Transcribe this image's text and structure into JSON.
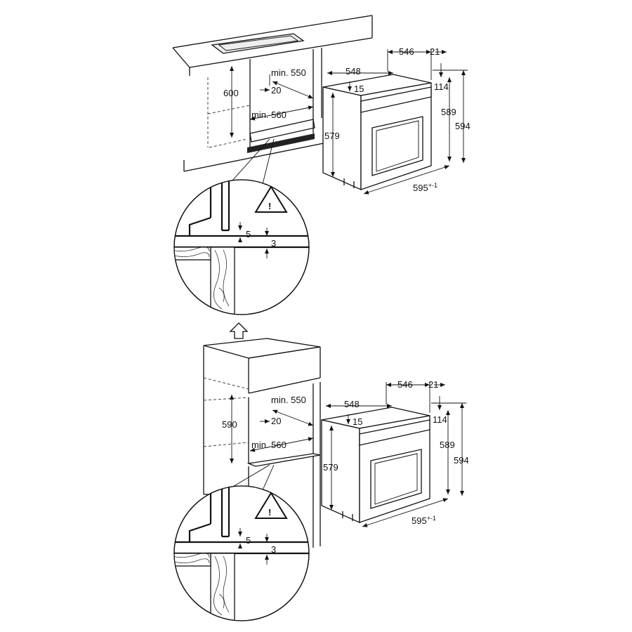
{
  "colors": {
    "line": "#111111",
    "background": "#ffffff",
    "dark_strip": "#222222"
  },
  "top_installation": {
    "niche": {
      "height": "600",
      "min_depth": "min. 550",
      "gap": "20",
      "min_width": "min. 560"
    },
    "oven": {
      "depth_body": "546",
      "panel_thickness": "21",
      "depth_total": "548",
      "top_offset": "15",
      "front_height": "579",
      "panel_offset": "114",
      "body_height": "589",
      "total_height": "594",
      "width": "595",
      "width_tolerance": "+-1"
    },
    "detail": {
      "gap_top": "5",
      "gap_bottom": "3",
      "warning_icon": "warning-triangle-icon"
    }
  },
  "bottom_installation": {
    "direction_icon": "up-arrow-icon",
    "niche": {
      "height": "590",
      "min_depth": "min. 550",
      "gap": "20",
      "min_width": "min. 560"
    },
    "oven": {
      "depth_body": "546",
      "panel_thickness": "21",
      "depth_total": "548",
      "top_offset": "15",
      "front_height": "579",
      "panel_offset": "114",
      "body_height": "589",
      "total_height": "594",
      "width": "595",
      "width_tolerance": "+-1"
    },
    "detail": {
      "gap_top": "5",
      "gap_bottom": "3",
      "warning_icon": "warning-triangle-icon"
    }
  }
}
